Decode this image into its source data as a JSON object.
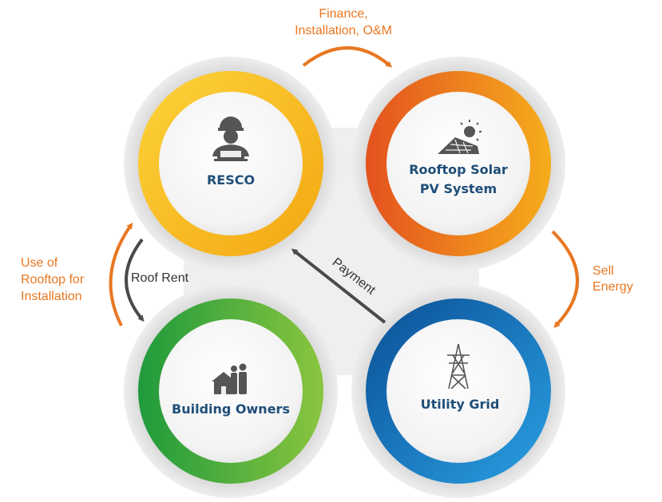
{
  "nodes": {
    "resco": {
      "label": "RESCO"
    },
    "rooftop": {
      "line1": "Rooftop Solar",
      "line2": "PV System"
    },
    "owners": {
      "label": "Building Owners"
    },
    "grid": {
      "label": "Utility Grid"
    }
  },
  "flows": {
    "finance": {
      "line1": "Finance,",
      "line2": "Installation, O&M"
    },
    "sell": {
      "line1": "Sell",
      "line2": "Energy"
    },
    "rooftop_use": {
      "line1": "Use of",
      "line2": "Rooftop for",
      "line3": "Installation"
    },
    "roof_rent": {
      "label": "Roof Rent"
    },
    "payment": {
      "label": "Payment"
    }
  },
  "colors": {
    "orange_accent": "#e87722",
    "navy_text": "#1f4e79",
    "dark_arrow": "#4a4a4a",
    "yellow_ring": "#f7b81b",
    "orange_ring": "#ef6f1f",
    "green_ring": "#5cae32",
    "blue_ring": "#1679c4",
    "icon_gray": "#555555"
  },
  "icons": {
    "resco": "engineer-laptop-icon",
    "rooftop": "solar-roof-sun-icon",
    "owners": "house-people-icon",
    "grid": "transmission-tower-icon"
  }
}
